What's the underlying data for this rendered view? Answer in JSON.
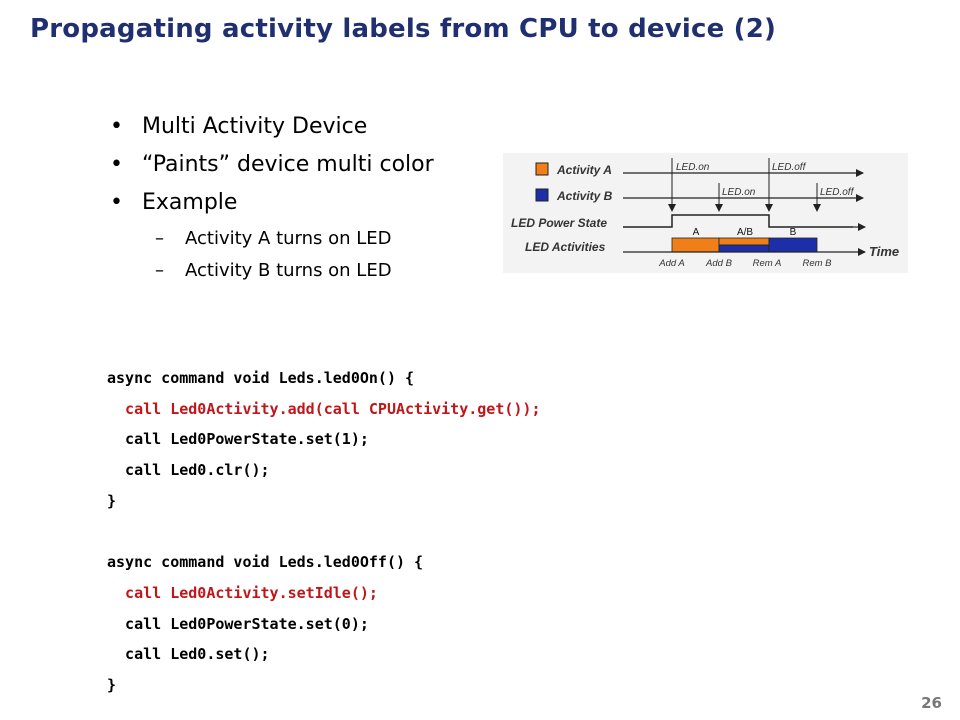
{
  "slide": {
    "title": "Propagating activity labels from CPU to device (2)",
    "page_number": "26",
    "bullet_glyph": "•",
    "sub_glyph": "–"
  },
  "bullets": [
    "Multi Activity Device",
    "“Paints” device multi color",
    "Example"
  ],
  "sub_bullets": [
    "Activity A turns on LED",
    "Activity B turns on LED"
  ],
  "code": {
    "lines": [
      {
        "text": "async command void Leds.led0On() {",
        "highlight": false
      },
      {
        "text": "  call Led0Activity.add(call CPUActivity.get());",
        "highlight": true
      },
      {
        "text": "  call Led0PowerState.set(1);",
        "highlight": false
      },
      {
        "text": "  call Led0.clr();",
        "highlight": false
      },
      {
        "text": "}",
        "highlight": false
      },
      {
        "text": "",
        "highlight": false
      },
      {
        "text": "async command void Leds.led0Off() {",
        "highlight": false
      },
      {
        "text": "  call Led0Activity.setIdle();",
        "highlight": true
      },
      {
        "text": "  call Led0PowerState.set(0);",
        "highlight": false
      },
      {
        "text": "  call Led0.set();",
        "highlight": false
      },
      {
        "text": "}",
        "highlight": false
      }
    ],
    "highlight_color": "#c0161a"
  },
  "diagram": {
    "activity_a_label": "Activity A",
    "activity_b_label": "Activity B",
    "power_state_label": "LED Power State",
    "activities_label": "LED Activities",
    "led_on_a": "LED.on",
    "led_off_a": "LED.off",
    "led_on_b": "LED.on",
    "led_off_b": "LED.off",
    "segment_a": "A",
    "segment_ab": "A/B",
    "segment_b": "B",
    "time_label": "Time",
    "add_a": "Add A",
    "add_b": "Add B",
    "rem_a": "Rem A",
    "rem_b": "Rem B",
    "color_a": "#f07f19",
    "color_b": "#1d2fa8"
  }
}
